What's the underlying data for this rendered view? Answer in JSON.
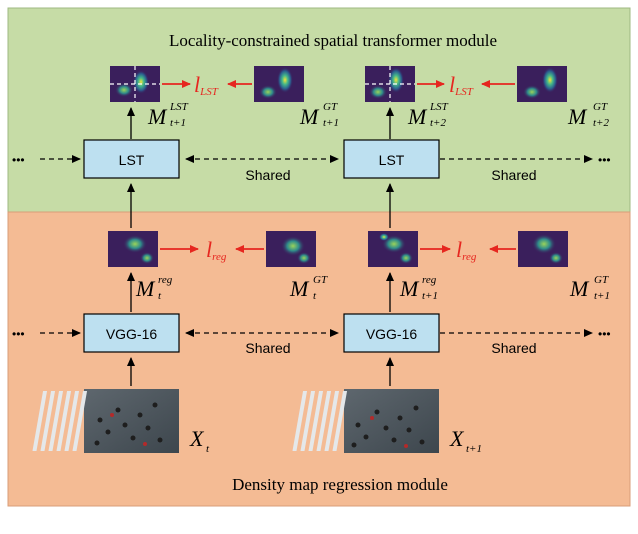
{
  "colors": {
    "top_panel": "#c6dca6",
    "bottom_panel": "#f4bb94",
    "box_fill": "#bde0f0",
    "arrow_red": "#e6261f",
    "map_dark": "#3a1f5c"
  },
  "top": {
    "title": "Locality-constrained spatial transformer module",
    "lst1_label": "LST",
    "lst2_label": "LST",
    "shared1": "Shared",
    "shared2": "Shared",
    "loss_sym": "l",
    "loss_sub": "LST",
    "m_sym": "M",
    "m1_pred_sup": "LST",
    "m1_pred_sub": "t+1",
    "m1_gt_sup": "GT",
    "m1_gt_sub": "t+1",
    "m2_pred_sup": "LST",
    "m2_pred_sub": "t+2",
    "m2_gt_sup": "GT",
    "m2_gt_sub": "t+2",
    "dots": "•••"
  },
  "bottom": {
    "title": "Density map regression module",
    "vgg1_label": "VGG-16",
    "vgg2_label": "VGG-16",
    "shared1": "Shared",
    "shared2": "Shared",
    "loss_sym": "l",
    "loss_sub": "reg",
    "m_sym": "M",
    "m1_pred_sup": "reg",
    "m1_pred_sub": "t",
    "m1_gt_sup": "GT",
    "m1_gt_sub": "t",
    "m2_pred_sup": "reg",
    "m2_pred_sub": "t+1",
    "m2_gt_sup": "GT",
    "m2_gt_sub": "t+1",
    "x_sym": "X",
    "x1_sub": "t",
    "x2_sub": "t+1",
    "dots": "•••"
  }
}
